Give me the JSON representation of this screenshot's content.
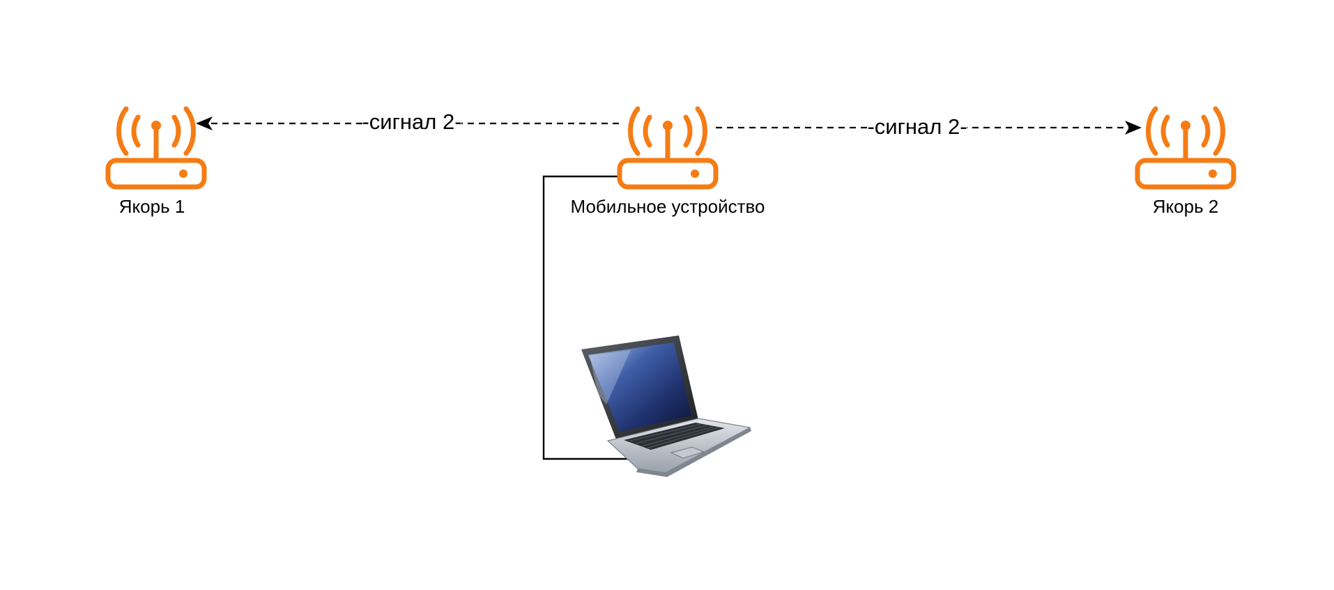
{
  "colors": {
    "router": "#f57c14",
    "line": "#000000",
    "background": "#ffffff"
  },
  "nodes": {
    "anchor1": {
      "label": "Якорь 1",
      "icon": "wifi-router-icon"
    },
    "mobile": {
      "label": "Мобильное устройство",
      "icon": "wifi-router-icon"
    },
    "anchor2": {
      "label": "Якорь 2",
      "icon": "wifi-router-icon"
    },
    "laptop": {
      "icon": "laptop-icon"
    }
  },
  "edges": {
    "signal_left": {
      "label": "-сигнал 2-",
      "style": "dashed",
      "arrow": "to anchor1"
    },
    "signal_right": {
      "label": "-сигнал 2-",
      "style": "dashed",
      "arrow": "to anchor2"
    },
    "laptop_link": {
      "style": "solid"
    }
  }
}
